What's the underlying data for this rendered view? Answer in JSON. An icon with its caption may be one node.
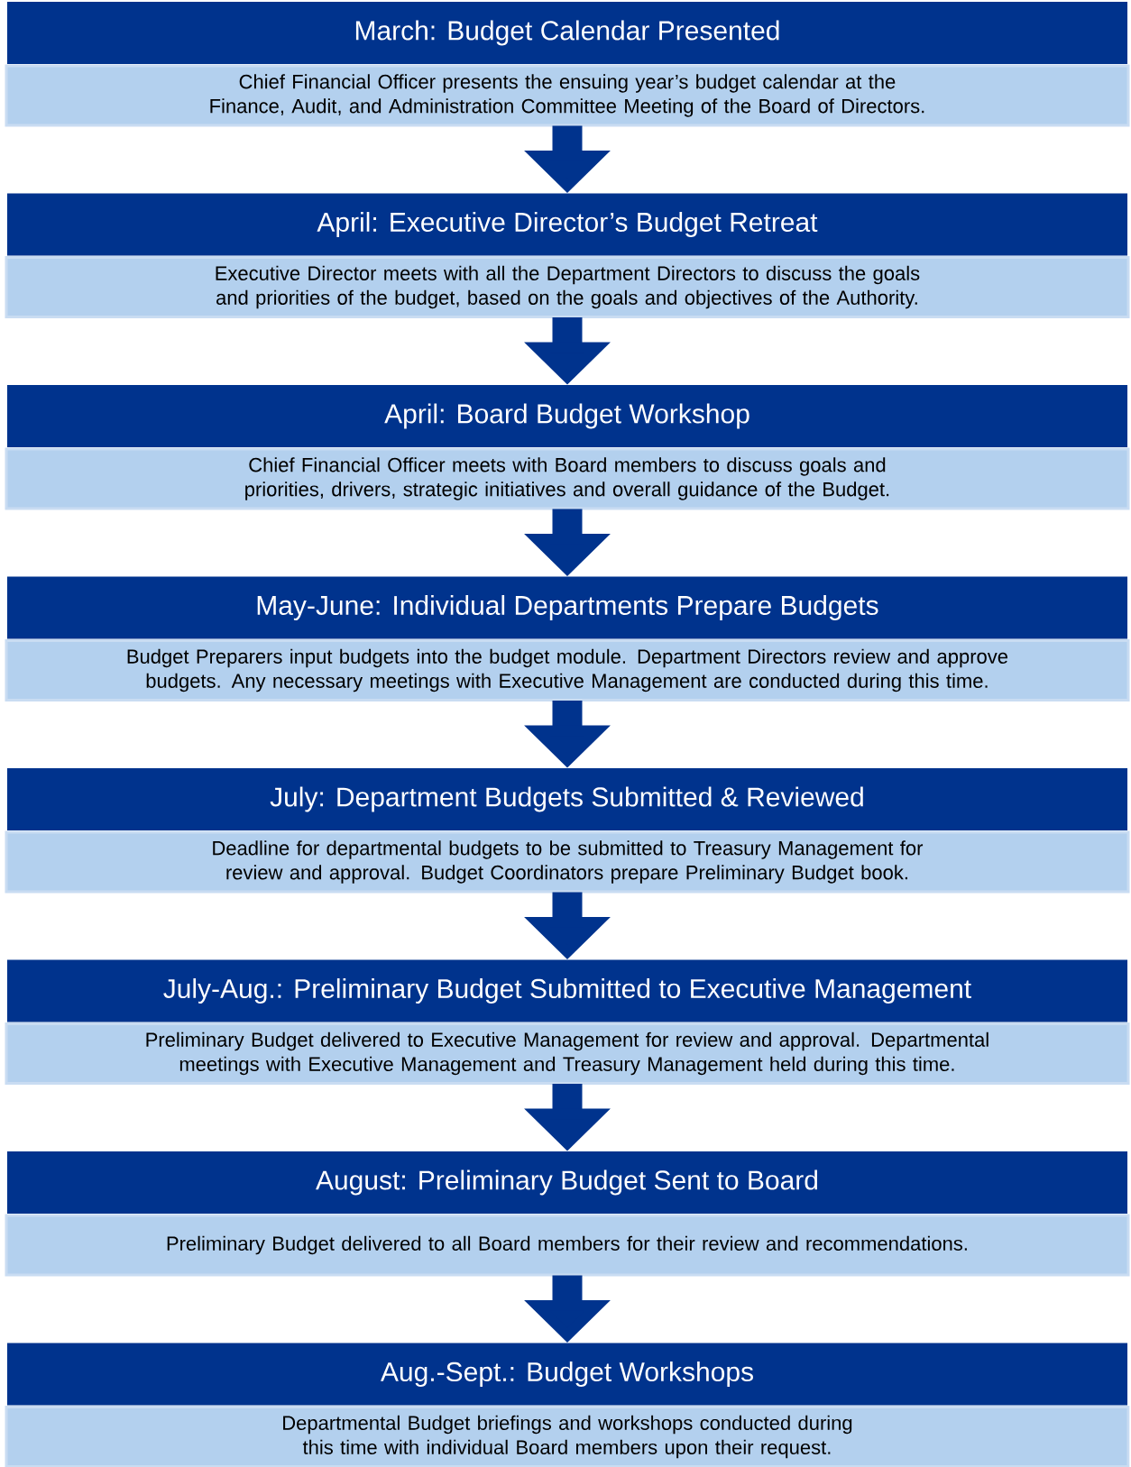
{
  "diagram": {
    "nodes": [
      {
        "text": [
          "March:  Budget Calendar Presented",
          "Chief Financial Officer presents the ensuing year’s budget calendar at the Finance, Audit, and Administration Committee Meeting of the Board of Directors."
        ]
      },
      {
        "text": [
          "April:  Executive Director’s Budget Retreat",
          "Executive Director meets with all the Department Directors to discuss the goals and priorities of the budget, based on the goals and objectives of the Authority."
        ]
      },
      {
        "text": [
          "April: Board Budget Workshop",
          "Chief Financial Officer meets with Board members to discuss goals and priorities, drivers, strategic initiatives and overall guidance of the Budget."
        ]
      },
      {
        "text": [
          "May-June:  Individual Departments Prepare Budgets",
          "Budget Preparers input budgets into the budget module. Department Directors review and approve budgets. Any necessary meetings with Executive Management are conducted during this time."
        ]
      },
      {
        "text": [
          "July:  Department Budgets Submitted & Reviewed",
          "Deadline for departmental budgets to be submitted to Treasury Management for review and approval. Budget Coordinators prepare Preliminary Budget book."
        ]
      },
      {
        "text": [
          "July-Aug.:  Preliminary Budget Submitted to Executive Management",
          "Preliminary Budget delivered to Executive Management for review and approval. Departmental meetings with Executive Management and Treasury Management held during this time."
        ]
      },
      {
        "text": [
          "August:  Preliminary Budget Sent to Board",
          "Preliminary Budget delivered to all Board members for their review and recommendations."
        ]
      },
      {
        "text": [
          "Aug.-Sept.:  Budget Workshops",
          "Departmental Budget briefings and workshops conducted during this time with individual Board members upon their request."
        ]
      }
    ],
    "edges": [
      {
        "from": 0,
        "to": 1,
        "arrow": "to"
      },
      {
        "from": 1,
        "to": 2,
        "arrow": "to"
      },
      {
        "from": 2,
        "to": 3,
        "arrow": "to"
      },
      {
        "from": 3,
        "to": 4,
        "arrow": "to"
      },
      {
        "from": 4,
        "to": 5,
        "arrow": "to"
      },
      {
        "from": 5,
        "to": 6,
        "arrow": "to"
      },
      {
        "from": 6,
        "to": 7,
        "arrow": "to"
      }
    ]
  }
}
